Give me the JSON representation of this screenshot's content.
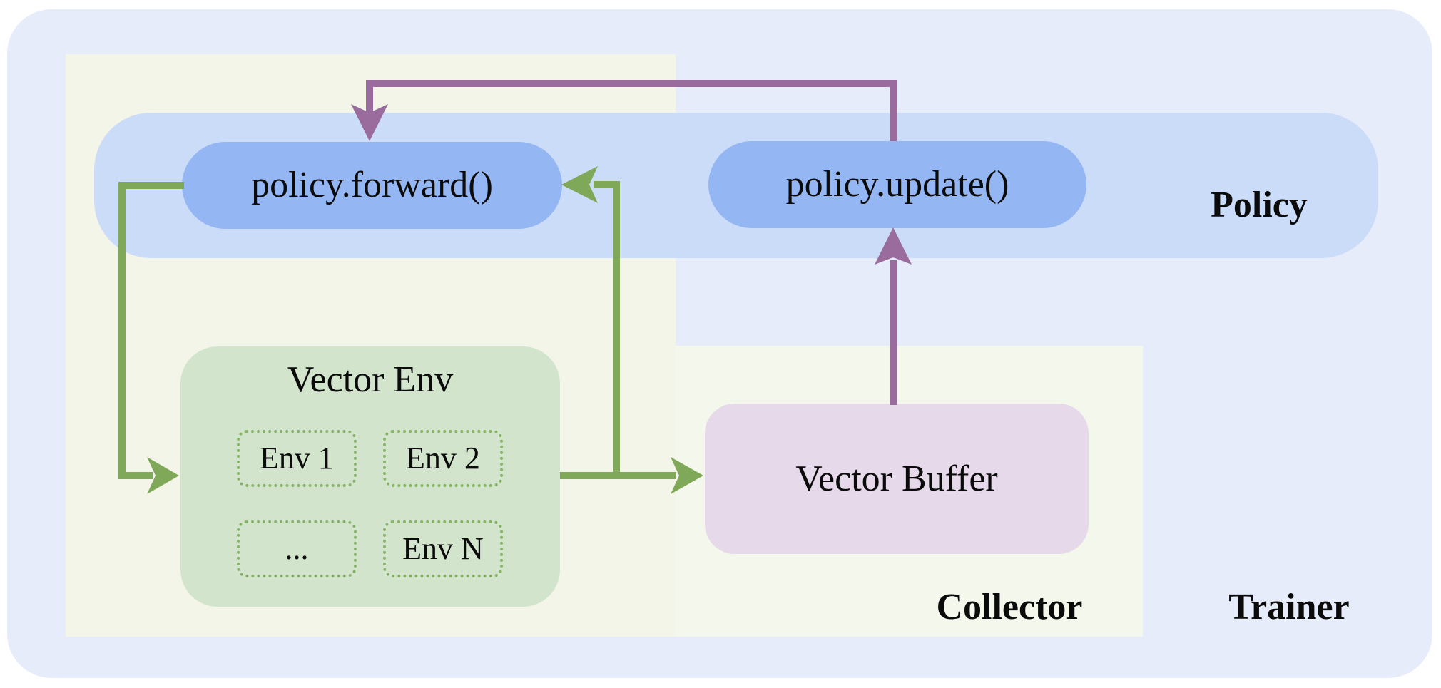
{
  "diagram": {
    "containers": {
      "trainer": {
        "label": "Trainer"
      },
      "collector": {
        "label": "Collector"
      },
      "policy": {
        "label": "Policy"
      }
    },
    "nodes": {
      "policy_forward": {
        "label": "policy.forward()"
      },
      "policy_update": {
        "label": "policy.update()"
      },
      "vector_env": {
        "label": "Vector Env"
      },
      "vector_buffer": {
        "label": "Vector Buffer"
      },
      "envs": [
        {
          "label": "Env 1"
        },
        {
          "label": "Env 2"
        },
        {
          "label": "..."
        },
        {
          "label": "Env N"
        }
      ]
    },
    "edges": [
      {
        "from": "policy_forward",
        "to": "vector_env",
        "color_name": "green"
      },
      {
        "from": "vector_env",
        "to": "policy_forward",
        "color_name": "green"
      },
      {
        "from": "vector_env",
        "to": "vector_buffer",
        "color_name": "green"
      },
      {
        "from": "vector_buffer",
        "to": "policy_update",
        "color_name": "purple"
      },
      {
        "from": "policy_update",
        "to": "policy_forward",
        "color_name": "purple"
      }
    ],
    "colors": {
      "trainer_bg": "#e7ecfb",
      "collector_bg_left": "#f2f5e7",
      "collector_bg_right": "#f4f7ec",
      "policy_band_bg": "#cbdcf8",
      "pill_bg": "#94b6f3",
      "env_box_bg": "#d3e4cc",
      "env_dash": "#85b364",
      "buffer_bg": "#e6d9e9",
      "arrow_green": "#7fa958",
      "arrow_purple": "#9a6c9d"
    }
  }
}
